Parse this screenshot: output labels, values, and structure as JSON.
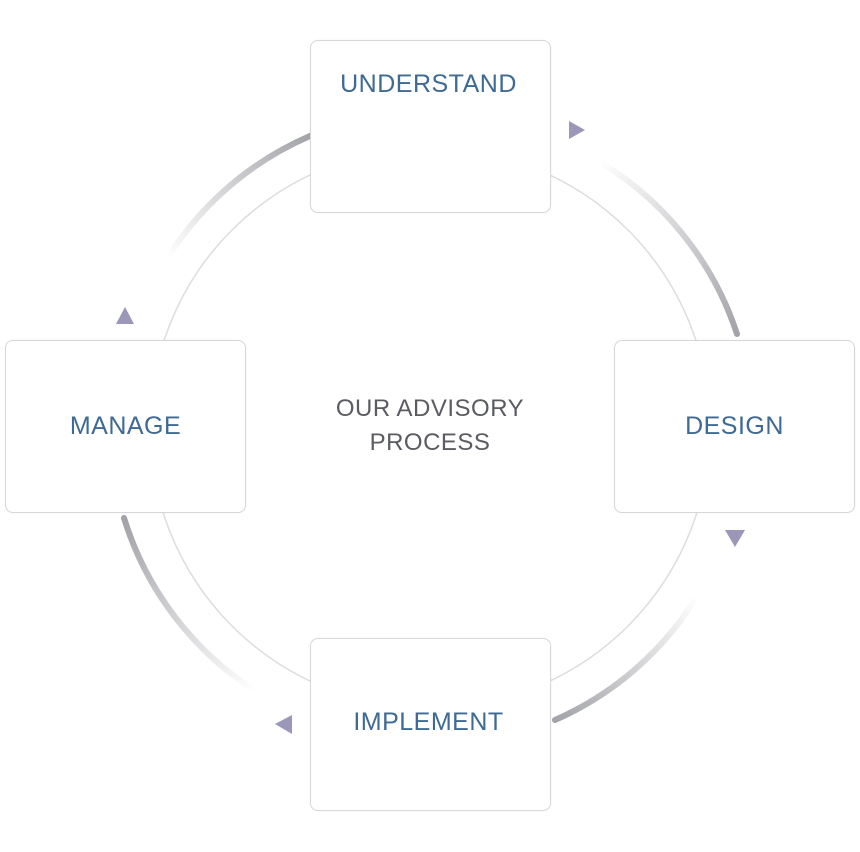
{
  "title": {
    "line1": "OUR ADVISORY",
    "line2": "PROCESS"
  },
  "stages": [
    {
      "label": "UNDERSTAND"
    },
    {
      "label": "DESIGN"
    },
    {
      "label": "IMPLEMENT"
    },
    {
      "label": "MANAGE"
    }
  ],
  "colors": {
    "stage_text": "#3e6a93",
    "title_text": "#5a5c62",
    "arrow": "#9a97b8",
    "arc_dark": "#a7a8ad",
    "circle": "#dcdde0"
  },
  "flow_direction": "clockwise"
}
